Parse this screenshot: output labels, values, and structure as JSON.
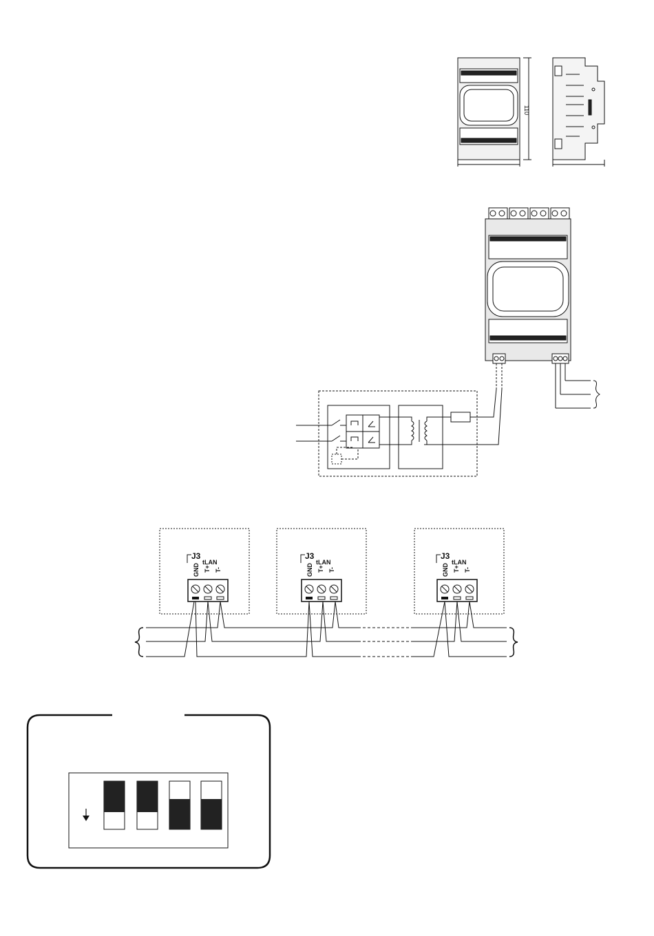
{
  "dimension_label": "110",
  "modules": [
    {
      "connector": "J3",
      "bus_label": "tLAN",
      "pin_labels": [
        "GND",
        "T+",
        "T-"
      ]
    },
    {
      "connector": "J3",
      "bus_label": "tLAN",
      "pin_labels": [
        "GND",
        "T+",
        "T-"
      ]
    },
    {
      "connector": "J3",
      "bus_label": "tLAN",
      "pin_labels": [
        "GND",
        "T+",
        "T-"
      ]
    }
  ],
  "dip_switches": [
    {
      "position": "ON"
    },
    {
      "position": "ON"
    },
    {
      "position": "OFF"
    },
    {
      "position": "OFF"
    }
  ]
}
